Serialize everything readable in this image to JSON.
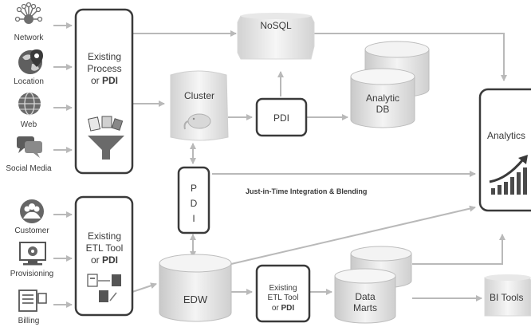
{
  "sources_top": [
    "Network",
    "Location",
    "Web",
    "Social Media"
  ],
  "sources_bottom": [
    "Customer",
    "Provisioning",
    "Billing"
  ],
  "existing_process": {
    "line1": "Existing",
    "line2": "Process",
    "or": "or",
    "pdi": "PDI"
  },
  "etl_tool": {
    "line1": "Existing",
    "line2": "ETL Tool",
    "or": "or",
    "pdi": "PDI"
  },
  "nosql": "NoSQL",
  "cluster": "Cluster",
  "pdi_small": "PDI",
  "analytic_db": {
    "line1": "Analytic",
    "line2": "DB"
  },
  "pdi_vertical": [
    "P",
    "D",
    "I"
  ],
  "jit_label": "Just-in-Time Integration & Blending",
  "analytics": "Analytics",
  "edw": "EDW",
  "etl_small": {
    "line1": "Existing",
    "line2": "ETL Tool",
    "or": "or",
    "pdi": "PDI"
  },
  "data_marts": {
    "line1": "Data",
    "line2": "Marts"
  },
  "bi_tools": "BI Tools",
  "colors": {
    "line": "#3a3a3a",
    "arrow": "#b9b9b9",
    "fill_light": "#eeeeee"
  }
}
